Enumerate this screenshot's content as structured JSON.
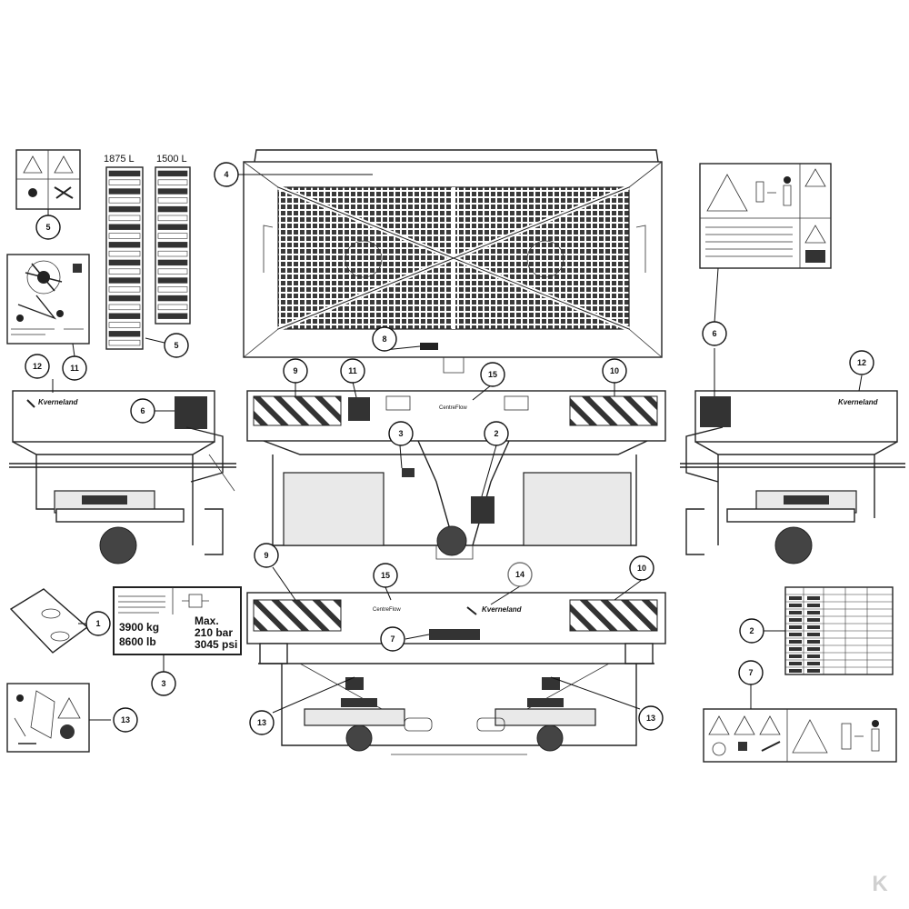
{
  "capacity_labels": {
    "col_a": "1875 L",
    "col_b": "1500 L"
  },
  "load_decal": {
    "line1": "3900 kg",
    "line2": "8600 lb",
    "max_label": "Max.",
    "bar_value": "210 bar",
    "psi_value": "3045 psi"
  },
  "brand": {
    "name": "Kverneland",
    "product": "CentreFlow"
  },
  "callouts": [
    "1",
    "2",
    "3",
    "4",
    "5",
    "6",
    "7",
    "8",
    "9",
    "10",
    "11",
    "12",
    "13",
    "14",
    "15"
  ],
  "watermark": "K"
}
